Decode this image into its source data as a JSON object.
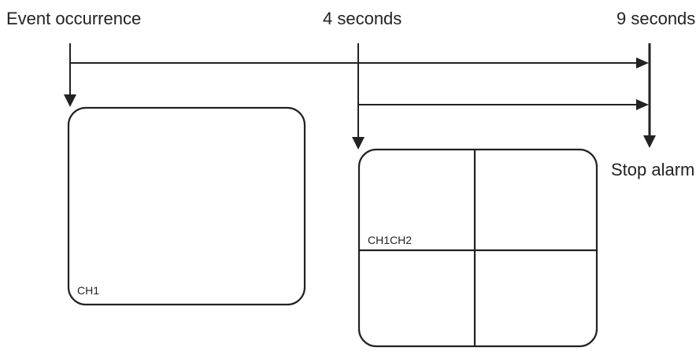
{
  "labels": {
    "event_occurrence": "Event occurrence",
    "four_seconds": "4 seconds",
    "nine_seconds": "9 seconds",
    "stop_alarm": "Stop alarm"
  },
  "screens": {
    "single": {
      "channel": "CH1"
    },
    "quad": {
      "channels": "CH1CH2"
    }
  },
  "colors": {
    "ink": "#222222",
    "background": "#ffffff"
  }
}
